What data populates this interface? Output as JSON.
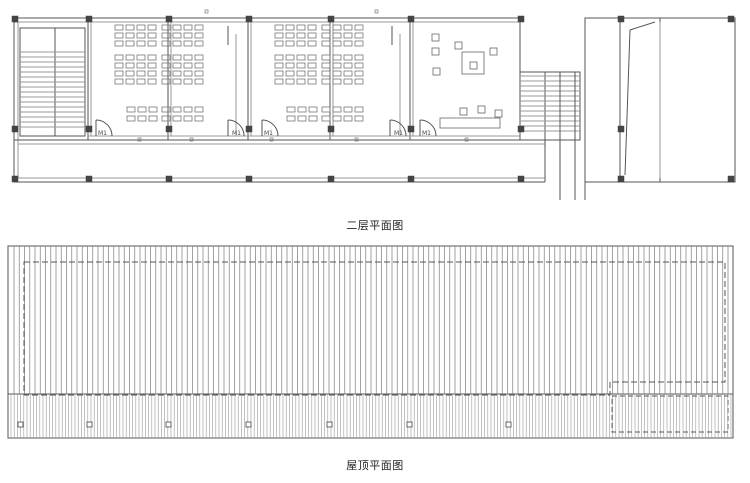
{
  "captions": {
    "second_floor": "二层平面图",
    "roof": "屋顶平面图"
  },
  "door_tag": "M1",
  "colors": {
    "line": "#555555",
    "light_line": "#9a9a9a",
    "column": "#444444",
    "background": "#ffffff"
  }
}
